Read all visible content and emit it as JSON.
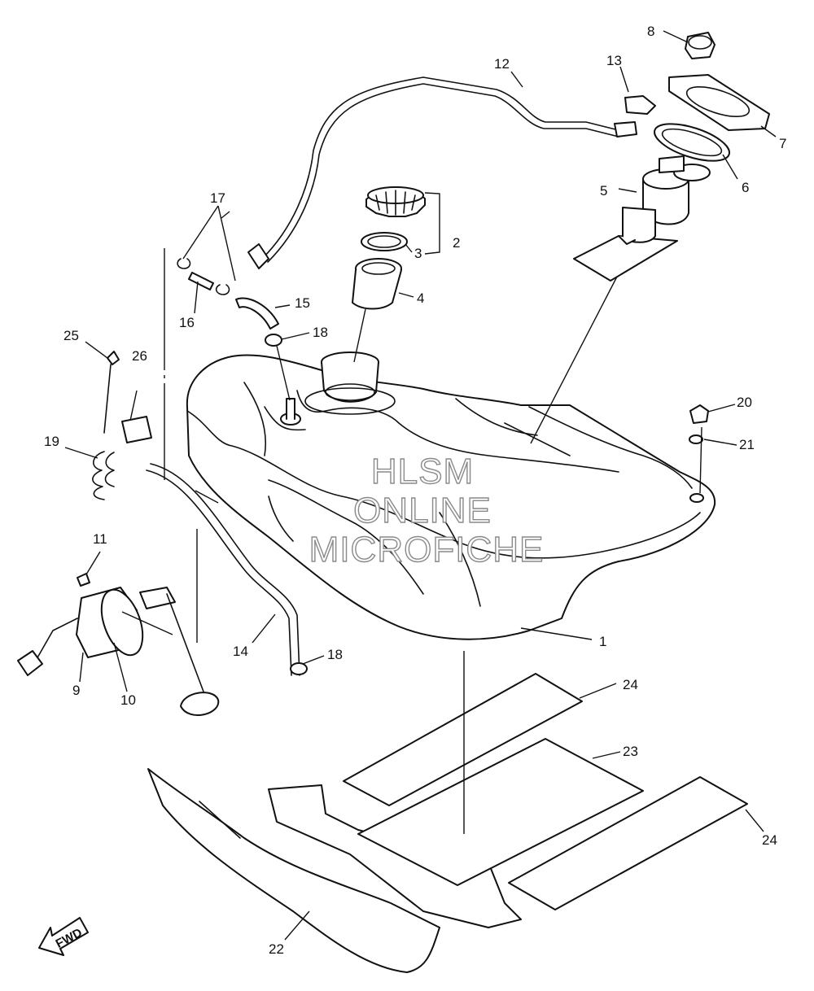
{
  "watermark": {
    "line1": "HLSM",
    "line2": "ONLINE",
    "line3": "MICROFICHE"
  },
  "direction_label": "FWD",
  "callouts": {
    "c1": "1",
    "c2": "2",
    "c3": "3",
    "c4": "4",
    "c5": "5",
    "c6": "6",
    "c7": "7",
    "c8": "8",
    "c9": "9",
    "c10": "10",
    "c11": "11",
    "c12": "12",
    "c13": "13",
    "c14": "14",
    "c15": "15",
    "c16": "16",
    "c17": "17",
    "c18a": "18",
    "c18b": "18",
    "c19": "19",
    "c20": "20",
    "c21": "21",
    "c22": "22",
    "c23": "23",
    "c24a": "24",
    "c24b": "24",
    "c25": "25",
    "c26": "26"
  },
  "colors": {
    "line": "#111111",
    "watermark_outline": "#8a8a8a",
    "background": "#ffffff"
  }
}
